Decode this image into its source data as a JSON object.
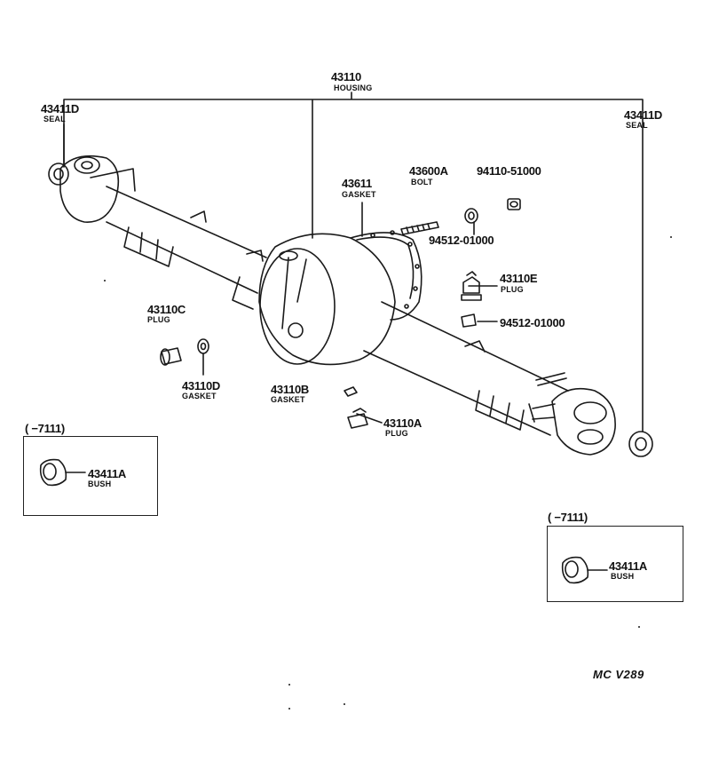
{
  "labels": {
    "housing": {
      "number": "43110",
      "name": "HOUSING"
    },
    "seal_left": {
      "number": "43411D",
      "name": "SEAL"
    },
    "seal_right": {
      "number": "43411D",
      "name": "SEAL"
    },
    "gasket_43611": {
      "number": "43611",
      "name": "GASKET"
    },
    "bolt_43600a": {
      "number": "43600A",
      "name": "BOLT"
    },
    "part_94110": {
      "number": "94110-51000"
    },
    "part_94512_top": {
      "number": "94512-01000"
    },
    "plug_43110e": {
      "number": "43110E",
      "name": "PLUG"
    },
    "part_94512_mid": {
      "number": "94512-01000"
    },
    "plug_43110c": {
      "number": "43110C",
      "name": "PLUG"
    },
    "gasket_43110d": {
      "number": "43110D",
      "name": "GASKET"
    },
    "gasket_43110b": {
      "number": "43110B",
      "name": "GASKET"
    },
    "plug_43110a": {
      "number": "43110A",
      "name": "PLUG"
    }
  },
  "inset_left": {
    "range": "(      −7111)",
    "number": "43411A",
    "name": "BUSH"
  },
  "inset_right": {
    "range": "(      −7111)",
    "number": "43411A",
    "name": "BUSH"
  },
  "diagram_code": "MC  V289"
}
